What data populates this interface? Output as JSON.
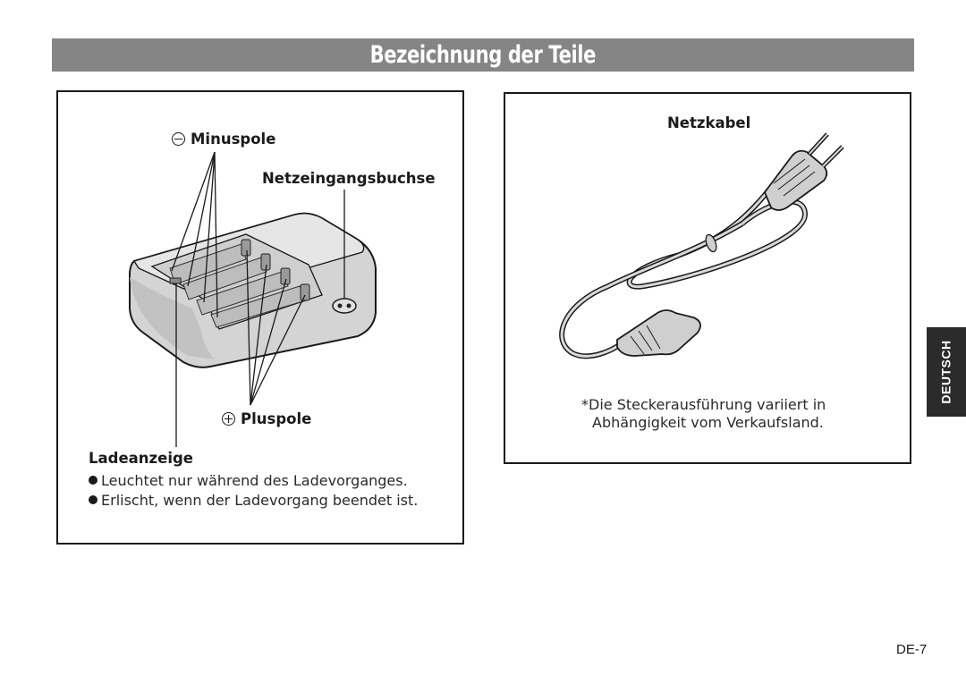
{
  "page": {
    "title": "Bezeichnung der Teile",
    "side_tab": "DEUTSCH",
    "page_number": "DE-7"
  },
  "charger": {
    "minus_label": "Minuspole",
    "input_label": "Netzeingangsbuchse",
    "plus_label": "Pluspole",
    "indicator_label": "Ladeanzeige",
    "notes": [
      "Leuchtet nur während des Ladevorganges.",
      "Erlischt, wenn der Ladevorgang beendet ist."
    ]
  },
  "cable": {
    "label": "Netzkabel",
    "note_line1": "*Die Steckerausführung variiert in",
    "note_line2": "Abhängigkeit vom Verkaufsland."
  }
}
